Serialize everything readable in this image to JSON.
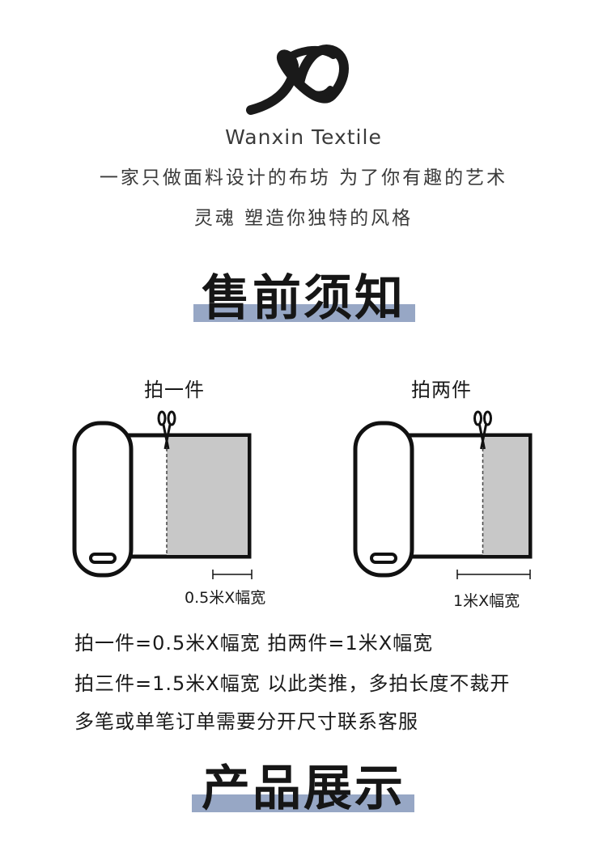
{
  "brand": {
    "logo_icon": "ribbon-knot-logo-icon",
    "name": "Wanxin Textile",
    "slogan_line1": "一家只做面料设计的布坊 为了你有趣的艺术",
    "slogan_line2": "灵魂 塑造你独特的风格"
  },
  "notice": {
    "title": "售前须知",
    "diagrams": [
      {
        "label": "拍一件",
        "measure": "0.5米X幅宽",
        "cut_fraction": 0.32,
        "icon": "fabric-roll-icon"
      },
      {
        "label": "拍两件",
        "measure": "1米X幅宽",
        "cut_fraction": 0.61,
        "icon": "fabric-roll-icon"
      }
    ],
    "lines": [
      "拍一件=0.5米X幅宽  拍两件=1米X幅宽",
      "拍三件=1.5米X幅宽  以此类推，多拍长度不裁开",
      "多笔或单笔订单需要分开尺寸联系客服"
    ]
  },
  "product": {
    "title": "产品展示"
  },
  "colors": {
    "accent_bar": "#97a7c5",
    "ink": "#161616",
    "fabric_cut": "#c8c8c8"
  }
}
